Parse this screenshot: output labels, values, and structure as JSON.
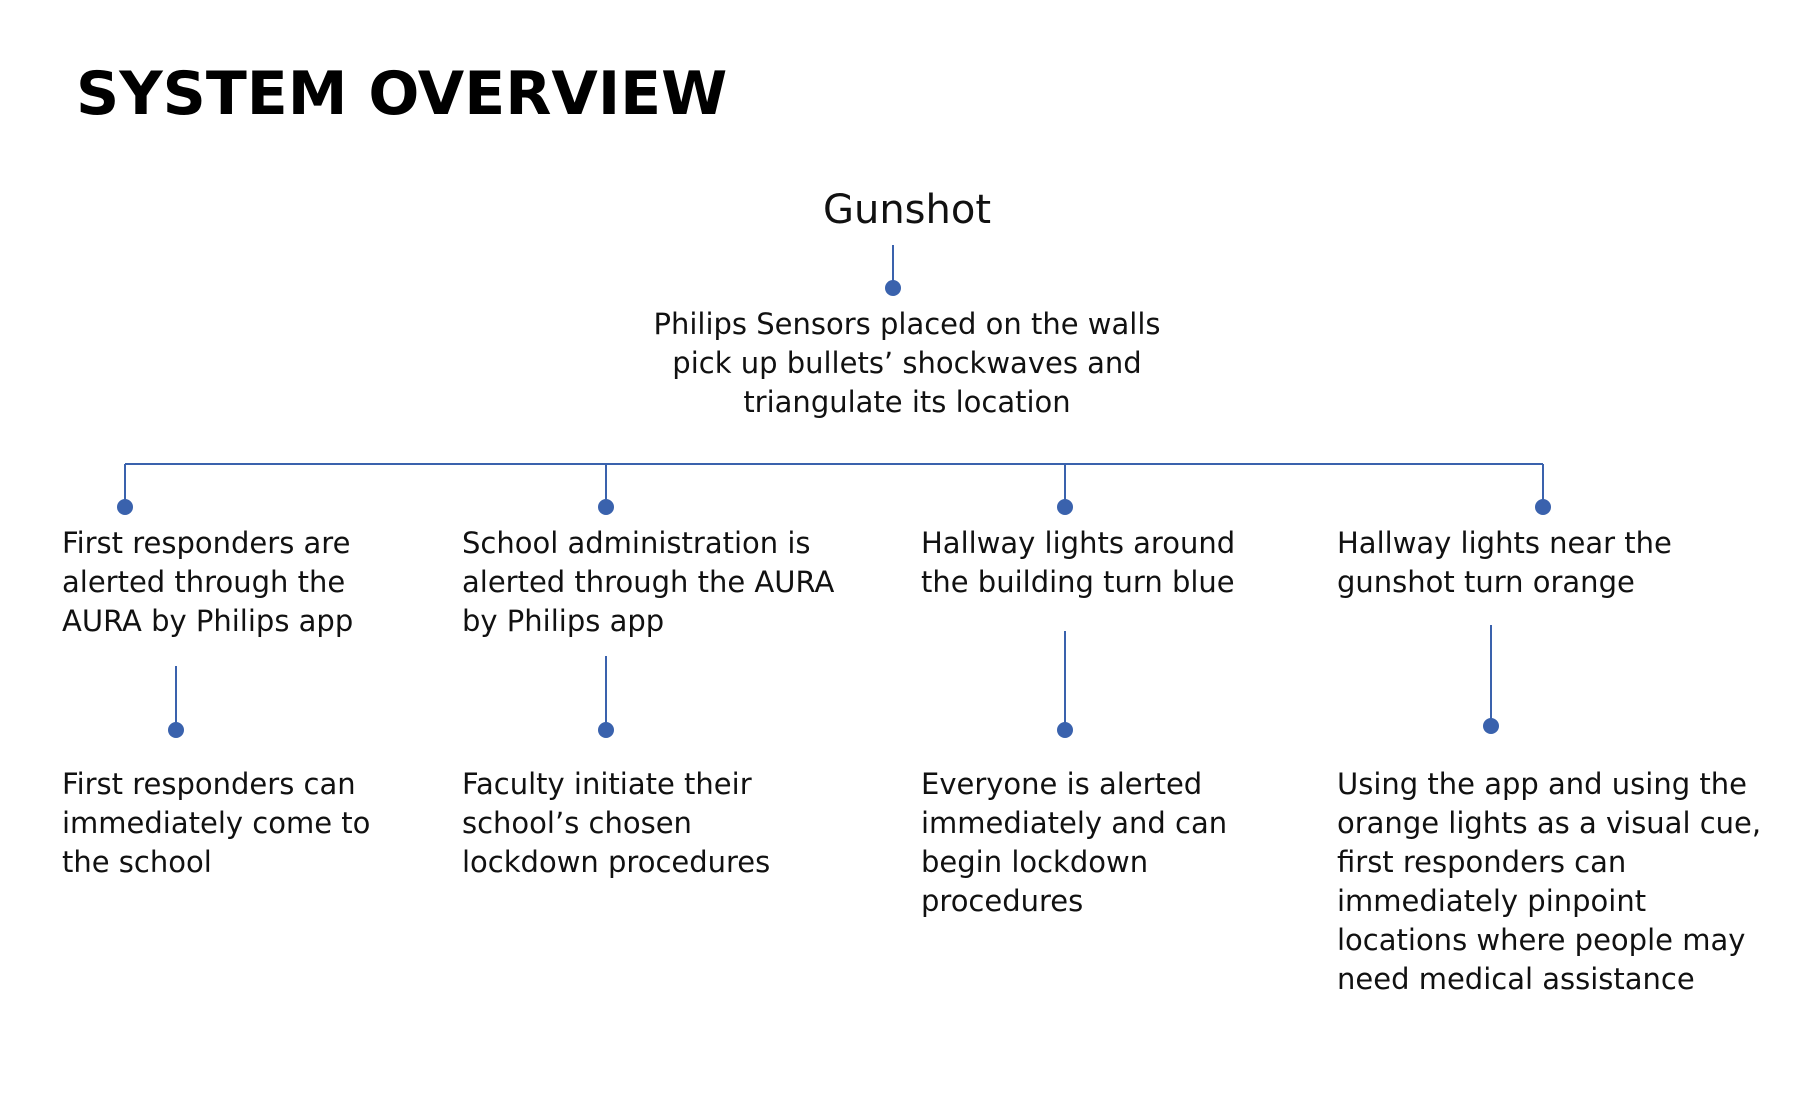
{
  "title": "SYSTEM OVERVIEW",
  "accent_color": "#3a62ad",
  "root": {
    "label": "Gunshot"
  },
  "sensor": {
    "lines": [
      "Philips Sensors placed on the walls",
      "pick up bullets’ shockwaves and",
      "triangulate its location"
    ]
  },
  "branches": [
    {
      "primary": [
        "First responders are",
        "alerted through the",
        "AURA by Philips app"
      ],
      "secondary": [
        "First responders can",
        "immediately come to",
        "the school"
      ]
    },
    {
      "primary": [
        "School administration is",
        "alerted through the AURA",
        "by Philips app"
      ],
      "secondary": [
        "Faculty initiate their",
        "school’s chosen",
        "lockdown procedures"
      ]
    },
    {
      "primary": [
        "Hallway lights around",
        "the building turn blue"
      ],
      "secondary": [
        "Everyone is alerted",
        "immediately and can",
        "begin lockdown",
        "procedures"
      ]
    },
    {
      "primary": [
        "Hallway lights near the",
        "gunshot turn orange"
      ],
      "secondary": [
        "Using the app and using the",
        "orange lights as a visual cue,",
        "first responders can",
        "immediately pinpoint",
        "locations where people may",
        "need medical assistance"
      ]
    }
  ]
}
